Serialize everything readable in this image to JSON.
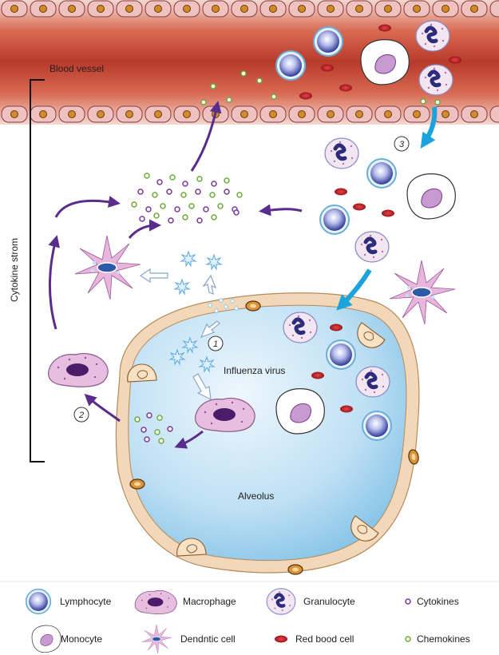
{
  "labels": {
    "blood_vessel": "Blood vessel",
    "cytokine_storm": "Cytokine strom",
    "influenza_virus": "Influenza virus",
    "alveolus": "Alveolus",
    "step_1": "1",
    "step_2": "2",
    "step_3": "3"
  },
  "legend": [
    {
      "id": "lymphocyte",
      "label": "Lymphocyte",
      "icon": "lymphocyte-icon"
    },
    {
      "id": "macrophage",
      "label": "Macrophage",
      "icon": "macrophage-icon"
    },
    {
      "id": "granulocyte",
      "label": "Granulocyte",
      "icon": "granulocyte-icon"
    },
    {
      "id": "cytokines",
      "label": "Cytokines",
      "icon": "cytokine-icon"
    },
    {
      "id": "monocyte",
      "label": "Monocyte",
      "icon": "monocyte-icon"
    },
    {
      "id": "dendritic",
      "label": "Dendntic cell",
      "icon": "dendritic-cell-icon"
    },
    {
      "id": "rbc",
      "label": "Red bood cell",
      "icon": "red-blood-cell-icon"
    },
    {
      "id": "chemokines",
      "label": "Chemokines",
      "icon": "chemokine-icon"
    }
  ],
  "colors": {
    "vessel": "#c8503c",
    "vessel_wall": "#e8b8b4",
    "alveolus": "#bfe0f4",
    "alveolus_wall": "#f2d7b8",
    "lymphocyte": "#4a56b0",
    "macrophage": "#e7bde0",
    "rbc": "#c0141c",
    "cytokine": "#7a3a9a",
    "chemokine": "#6cab3c",
    "arrow_purple": "#5a2c8c",
    "arrow_blue": "#1aa3dc"
  }
}
